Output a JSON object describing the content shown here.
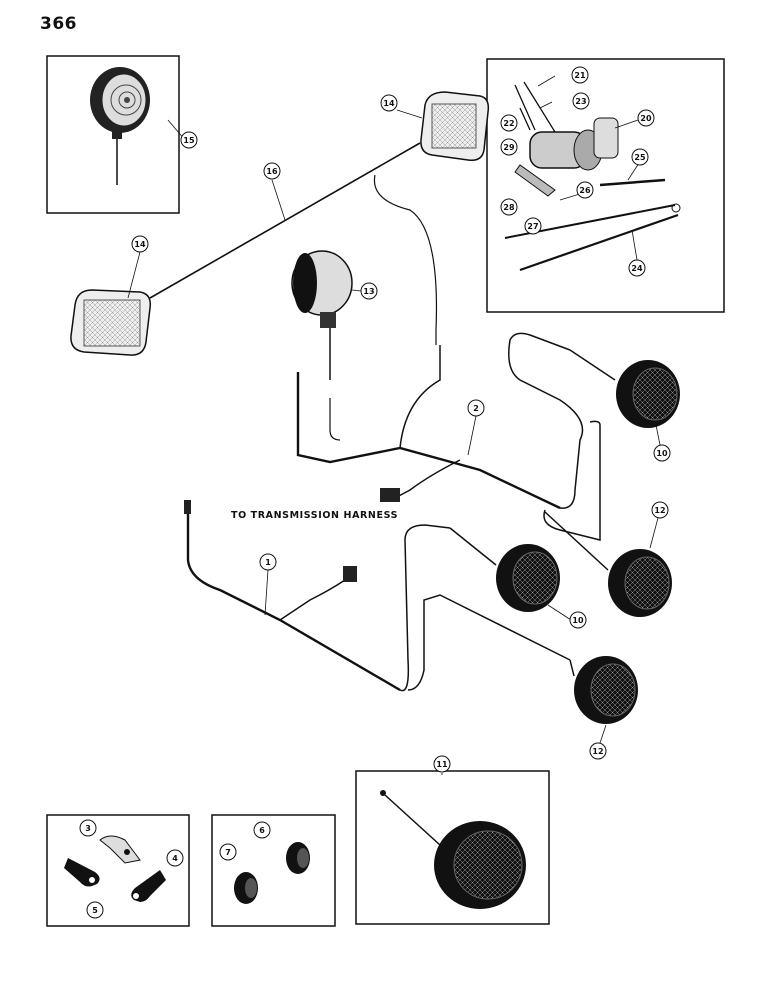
{
  "page": {
    "number": "366"
  },
  "labels": {
    "harness": "TO TRANSMISSION HARNESS"
  },
  "callouts": [
    "1",
    "2",
    "3",
    "4",
    "5",
    "6",
    "7",
    "10",
    "10",
    "11",
    "12",
    "12",
    "13",
    "14",
    "14",
    "15",
    "16",
    "20",
    "21",
    "22",
    "23",
    "24",
    "25",
    "26",
    "27",
    "28",
    "29"
  ],
  "colors": {
    "ink": "#111111",
    "paper": "#ffffff",
    "lens": "#e6e6e6"
  }
}
